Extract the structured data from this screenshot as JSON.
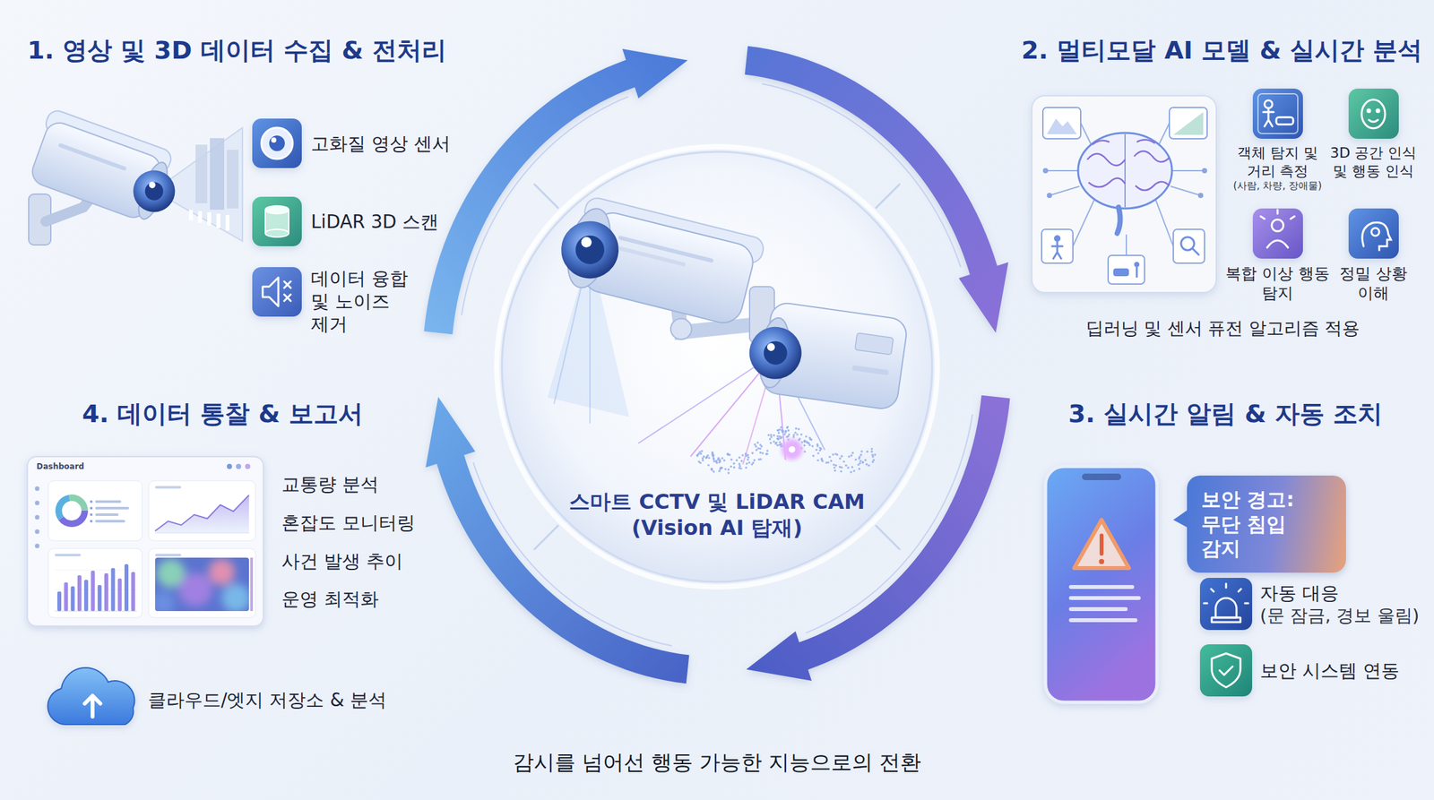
{
  "diagram": {
    "caption": "감시를 넘어선 행동 가능한 지능으로의 전환",
    "nodes": [
      {
        "text": [
          "고화질 영상 센서"
        ]
      },
      {
        "text": [
          "LiDAR 3D 스캔"
        ]
      },
      {
        "text": [
          "데이터 융합 및 노이즈 제거"
        ]
      },
      {
        "text": [
          "객체 탐지 및 거리 측정",
          "(사람, 차량, 장애물)"
        ]
      },
      {
        "text": [
          "3D 공간 인식 및 행동 인식"
        ]
      },
      {
        "text": [
          "복합 이상 행동 탐지"
        ]
      },
      {
        "text": [
          "정밀 상황 이해"
        ]
      },
      {
        "text": [
          "스마트 CCTV 및 LiDAR CAM (Vision AI 탑재)"
        ]
      },
      {
        "text": [
          "Dashboard"
        ]
      },
      {
        "text": [
          "클라우드/엣지 저장소 & 분석"
        ]
      },
      {
        "text": [
          "보안 경고: 무단 침입 감지"
        ]
      },
      {
        "text": [
          "자동 대응",
          "(문 잠금, 경보 울림)"
        ]
      },
      {
        "text": [
          "보안 시스템 연동"
        ]
      }
    ],
    "labels": [
      "1. 영상 및 3D 데이터 수집 & 전처리",
      "2. 멀티모달 AI 모델 & 실시간 분석",
      "딥러닝 및 센서 퓨전 알고리즘 적용",
      "4. 데이터 통찰 & 보고서",
      "교통량 분석",
      "혼잡도 모니터링",
      "사건 발생 추이",
      "운영 최적화",
      "3. 실시간 알림 & 자동 조치"
    ]
  }
}
